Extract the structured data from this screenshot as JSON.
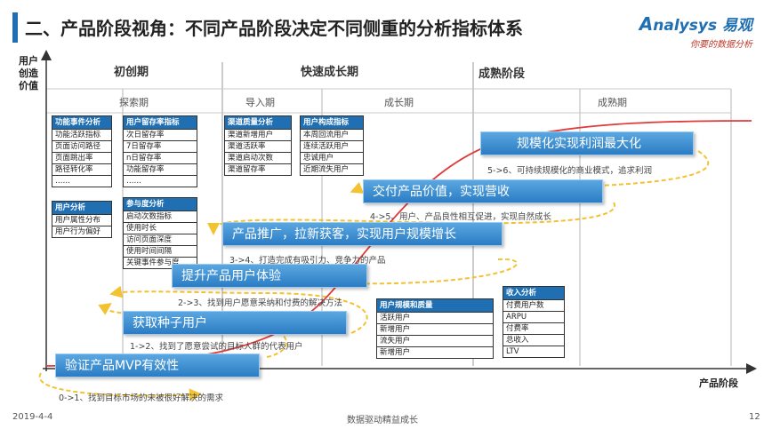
{
  "header": {
    "title": "二、产品阶段视角：不同产品阶段决定不同侧重的分析指标体系",
    "logo_text": "nalysys 易观",
    "logo_slogan": "你要的数据分析"
  },
  "axes": {
    "y_label": "用户创造价值",
    "x_label": "产品阶段"
  },
  "stages": {
    "early": "初创期",
    "growth": "快速成长期",
    "mature": "成熟阶段"
  },
  "sub_stages": {
    "explore": "探索期",
    "import": "导入期",
    "grow": "成长期",
    "mature": "成熟期"
  },
  "boxes": {
    "feature": {
      "title": "功能事件分析",
      "items": [
        "功能活跃指标",
        "页面访问路径",
        "页面跳出率",
        "路径转化率",
        "……"
      ]
    },
    "retention": {
      "title": "用户留存率指标",
      "items": [
        "次日留存率",
        "7日留存率",
        "n日留存率",
        "功能留存率",
        "……"
      ]
    },
    "channel": {
      "title": "渠道质量分析",
      "items": [
        "渠道新增用户",
        "渠道活跃率",
        "渠道启动次数",
        "渠道留存率"
      ]
    },
    "composition": {
      "title": "用户构成指标",
      "items": [
        "本周回流用户",
        "连续活跃用户",
        "忠诚用户",
        "近期流失用户"
      ]
    },
    "user": {
      "title": "用户分析",
      "items": [
        "用户属性分布",
        "用户行为偏好"
      ]
    },
    "engagement": {
      "title": "参与度分析",
      "items": [
        "启动次数指标",
        "使用时长",
        "访问页面深度",
        "使用时间间隔",
        "关键事件参与度"
      ]
    },
    "scale": {
      "title": "用户规模和质量",
      "items": [
        "活跃用户",
        "新增用户",
        "流失用户",
        "新增用户"
      ]
    },
    "revenue": {
      "title": "收入分析",
      "items": [
        "付费用户数",
        "ARPU",
        "付费率",
        "总收入",
        "LTV"
      ]
    }
  },
  "steps": [
    {
      "banner": "验证产品MVP有效性",
      "text": "0->1、找到目标市场的未被很好解决的需求"
    },
    {
      "banner": "获取种子用户",
      "text": "1->2、找到了愿意尝试的目标人群的代表用户"
    },
    {
      "banner": "提升产品用户体验",
      "text": "2->3、找到用户愿意采纳和付费的解决方法"
    },
    {
      "banner": "产品推广，拉新获客，实现用户规模增长",
      "text": "3->4、打造完成有吸引力、竞争力的产品"
    },
    {
      "banner": "交付产品价值，实现营收",
      "text": "4->5、用户、产品良性相互促进，实现自然成长"
    },
    {
      "banner": "规模化实现利润最大化",
      "text": "5->6、可持续规模化的商业模式，追求利润"
    }
  ],
  "footer": {
    "date": "2019-4-4",
    "center": "数据驱动精益成长",
    "page": "12"
  },
  "colors": {
    "primary": "#1f6fb2",
    "banner": "#3b8fd6",
    "curve": "#e03a3a",
    "arrow": "#f2c230",
    "grid": "#9a9a9a"
  }
}
